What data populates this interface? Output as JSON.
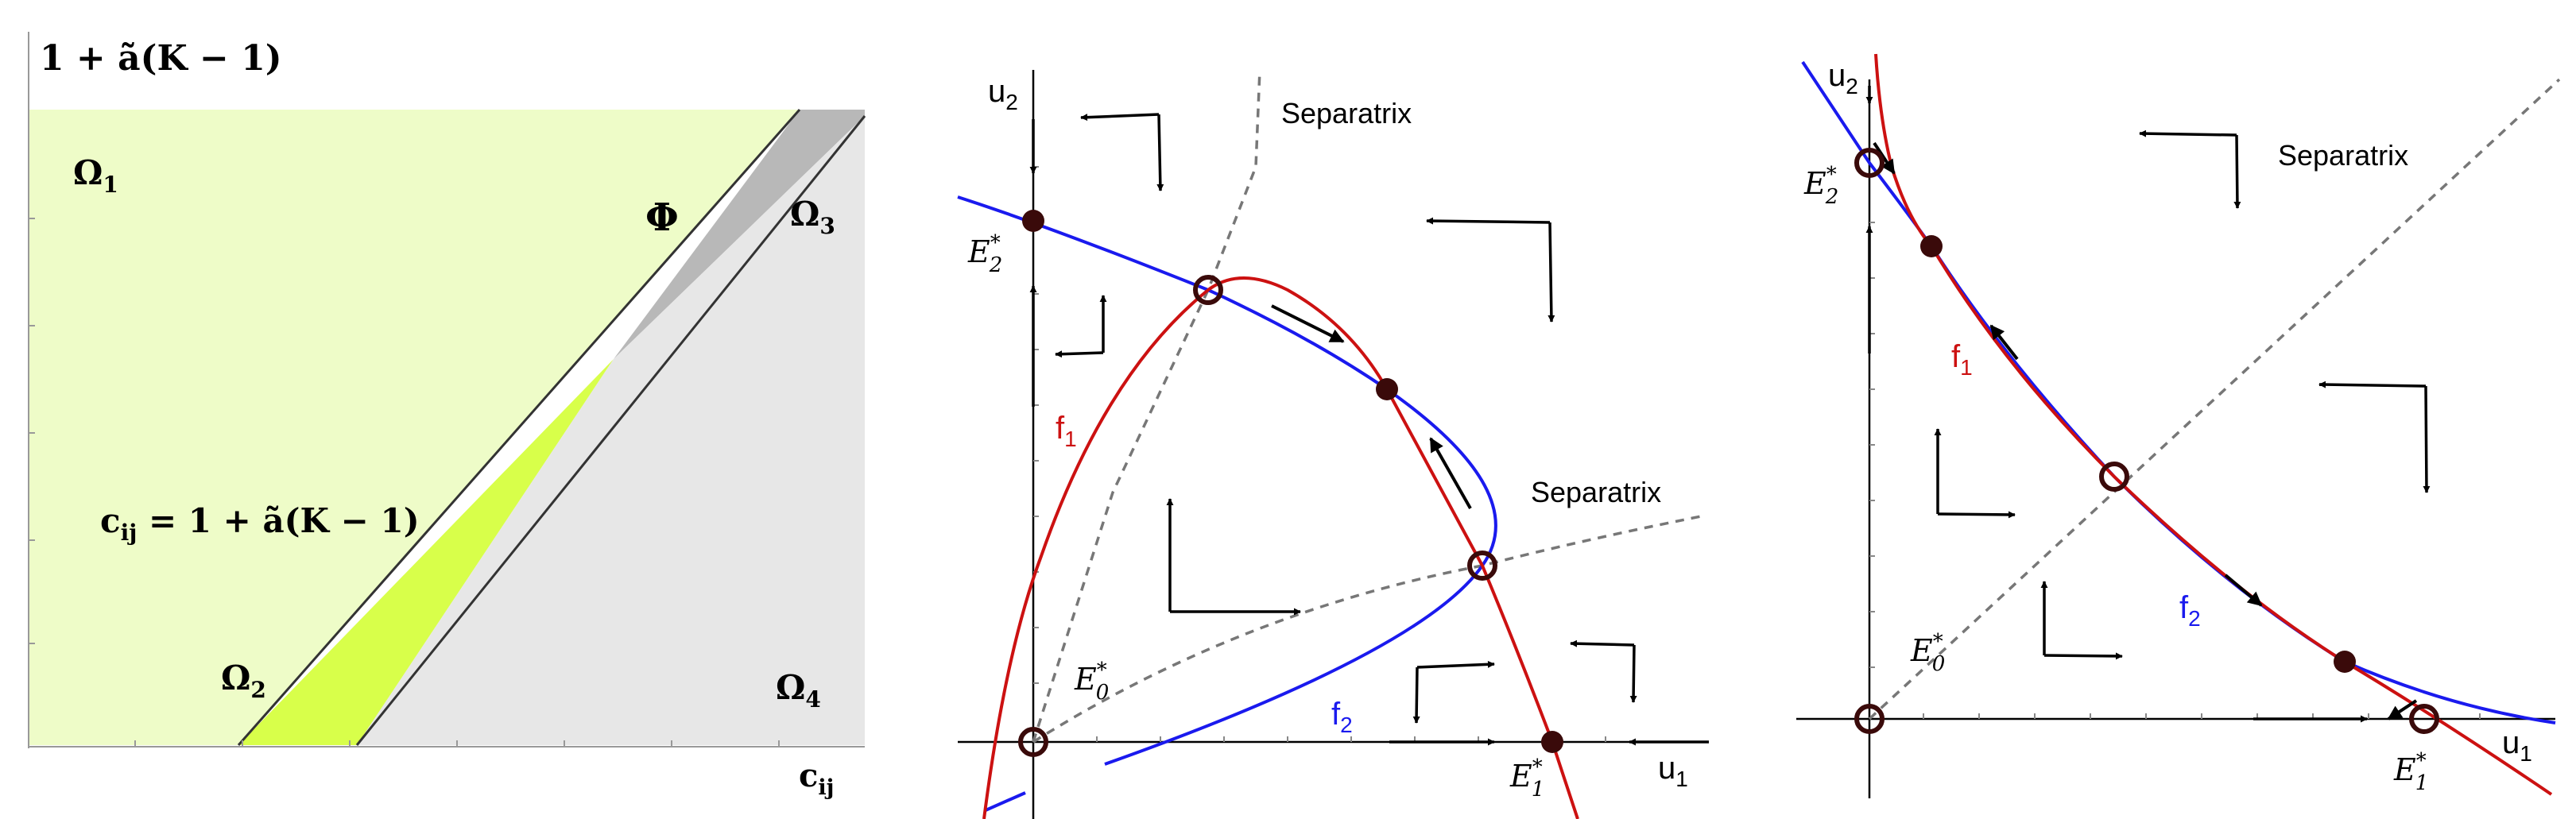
{
  "panel1": {
    "ylabel": "1 + ã(K − 1)",
    "xlabel": "c",
    "xlabel_sub": "ij",
    "line_label_c": "c",
    "line_label_sub": "ij",
    "line_label_rest": " = 1 + ã(K − 1)",
    "regions": {
      "omega1": {
        "base": "Ω",
        "sub": "1"
      },
      "omega2": {
        "base": "Ω",
        "sub": "2"
      },
      "omega3": {
        "base": "Ω",
        "sub": "3"
      },
      "omega4": {
        "base": "Ω",
        "sub": "4"
      },
      "phi": "Φ"
    },
    "colors": {
      "omega1": "#eefcc8",
      "omega2": "#d8ff4a",
      "omega3": "#b8b8b8",
      "omega4": "#e7e7e7",
      "boundary": "#333333"
    }
  },
  "panel2": {
    "u1": {
      "base": "u",
      "sub": "1"
    },
    "u2": {
      "base": "u",
      "sub": "2"
    },
    "f1": {
      "base": "f",
      "sub": "1"
    },
    "f2": {
      "base": "f",
      "sub": "2"
    },
    "separatrix_top": "Separatrix",
    "separatrix_right": "Separatrix",
    "E0": {
      "base": "E",
      "sub": "0",
      "sup": "*"
    },
    "E1": {
      "base": "E",
      "sub": "1",
      "sup": "*"
    },
    "E2": {
      "base": "E",
      "sub": "2",
      "sup": "*"
    }
  },
  "panel3": {
    "u1": {
      "base": "u",
      "sub": "1"
    },
    "u2": {
      "base": "u",
      "sub": "2"
    },
    "f1": {
      "base": "f",
      "sub": "1"
    },
    "f2": {
      "base": "f",
      "sub": "2"
    },
    "separatrix": "Separatrix",
    "E0": {
      "base": "E",
      "sub": "0",
      "sup": "*"
    },
    "E1": {
      "base": "E",
      "sub": "1",
      "sup": "*"
    },
    "E2": {
      "base": "E",
      "sub": "2",
      "sup": "*"
    }
  },
  "colors": {
    "f1": "#cc1111",
    "f2": "#1a1aee",
    "separatrix": "#777777",
    "point": "#3a0a0a"
  }
}
